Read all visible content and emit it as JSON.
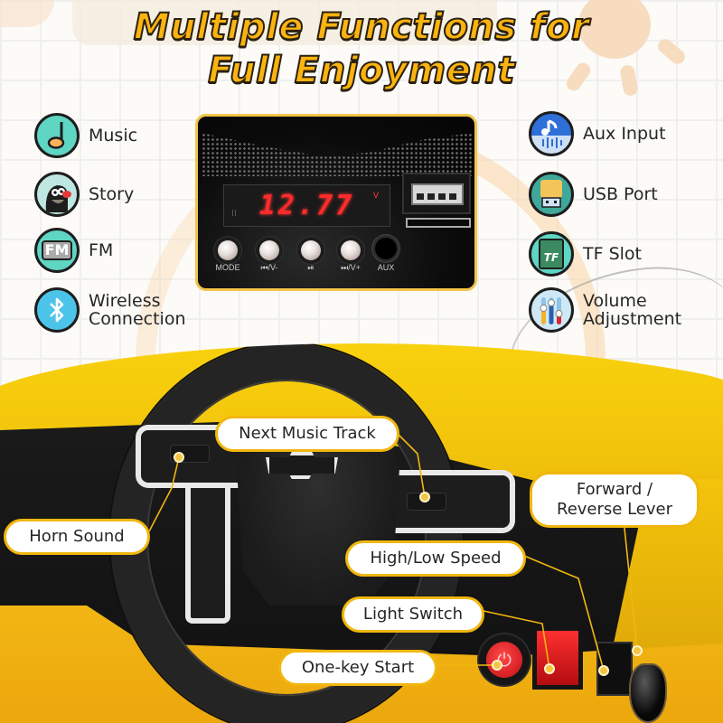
{
  "title": {
    "line1": "Multiple Functions for",
    "line2": "Full Enjoyment"
  },
  "features_left": [
    {
      "icon": "music-note-icon",
      "label": "Music",
      "color": "#5fd6c4"
    },
    {
      "icon": "mole-cartoon-icon",
      "label": "Story",
      "color": "#bfe7e2"
    },
    {
      "icon": "fm-radio-icon",
      "label": "FM",
      "color": "#5fd6c4",
      "badge": "FM"
    },
    {
      "icon": "bluetooth-icon",
      "label": "Wireless\nConnection",
      "color": "#4cc4ea"
    }
  ],
  "features_right": [
    {
      "icon": "aux-music-icon",
      "label": "Aux Input",
      "color": "#2f6fd8"
    },
    {
      "icon": "usb-drive-icon",
      "label": "USB Port",
      "color": "#3fa89a"
    },
    {
      "icon": "tf-card-icon",
      "label": "TF Slot",
      "color": "#5fd6c4",
      "badge": "TF"
    },
    {
      "icon": "volume-sliders-icon",
      "label": "Volume\nAdjustment",
      "color": "#cfe8f5"
    }
  ],
  "panel": {
    "display": "12.77",
    "display_unit": "V",
    "pause_glyph": "II",
    "buttons": [
      {
        "label": "MODE"
      },
      {
        "label": "⏮/V-"
      },
      {
        "label": "⏯"
      },
      {
        "label": "⏭/V+"
      }
    ],
    "aux_label": "AUX"
  },
  "callouts": {
    "next_track": "Next Music Track",
    "horn": "Horn Sound",
    "forward_reverse": "Forward /\nReverse Lever",
    "speed": "High/Low Speed",
    "light": "Light Switch",
    "start": "One-key Start"
  },
  "glyphs": {
    "power": "⏻",
    "music_note": "♪",
    "bluetooth": "ᛒ"
  },
  "colors": {
    "title_fill": "#fbb30f",
    "callout_border": "#f1b70e",
    "car_yellow": "#f8d10e",
    "lcd_red": "#ff2a2a"
  }
}
